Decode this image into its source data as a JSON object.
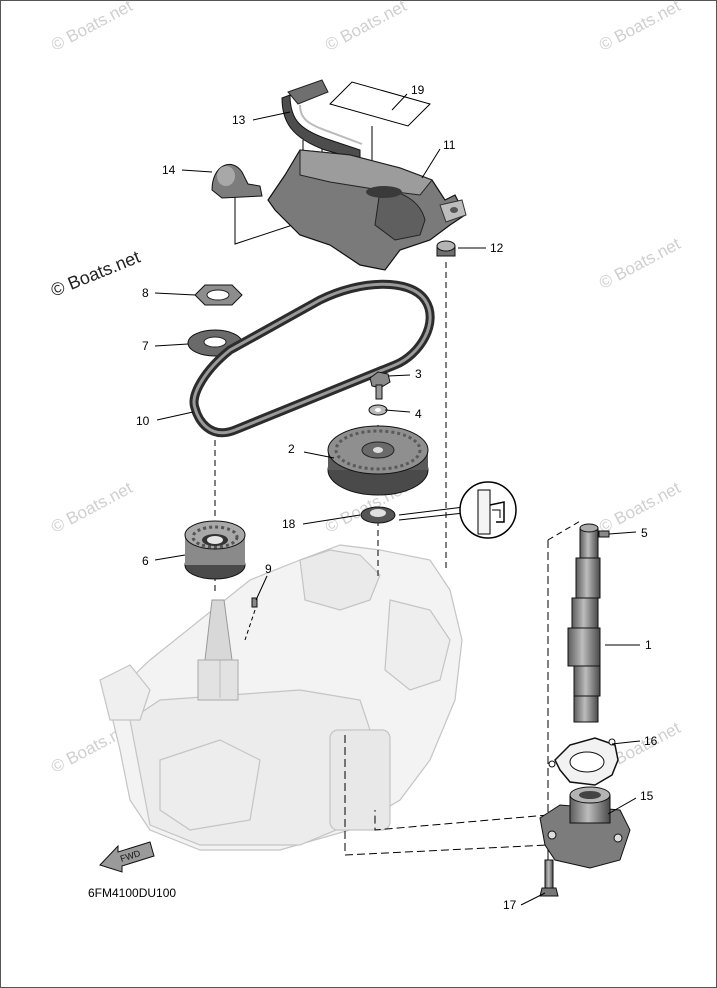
{
  "watermark": {
    "text": "© Boats.net",
    "logo_text": "© Boats.net"
  },
  "diagram_code": "6FM4100DU100",
  "fwd_label": "FWD",
  "callouts": [
    {
      "num": "1",
      "part": "camshaft"
    },
    {
      "num": "2",
      "part": "driven-pulley"
    },
    {
      "num": "3",
      "part": "bolt"
    },
    {
      "num": "4",
      "part": "washer"
    },
    {
      "num": "5",
      "part": "pin"
    },
    {
      "num": "6",
      "part": "drive-pulley"
    },
    {
      "num": "7",
      "part": "plate"
    },
    {
      "num": "8",
      "part": "nut"
    },
    {
      "num": "9",
      "part": "key"
    },
    {
      "num": "10",
      "part": "timing-belt"
    },
    {
      "num": "11",
      "part": "belt-cover"
    },
    {
      "num": "12",
      "part": "grommet"
    },
    {
      "num": "13",
      "part": "hose"
    },
    {
      "num": "14",
      "part": "cap"
    },
    {
      "num": "15",
      "part": "oil-pump"
    },
    {
      "num": "16",
      "part": "gasket"
    },
    {
      "num": "17",
      "part": "pump-bolt"
    },
    {
      "num": "18",
      "part": "oil-seal"
    },
    {
      "num": "19",
      "part": "label"
    }
  ]
}
